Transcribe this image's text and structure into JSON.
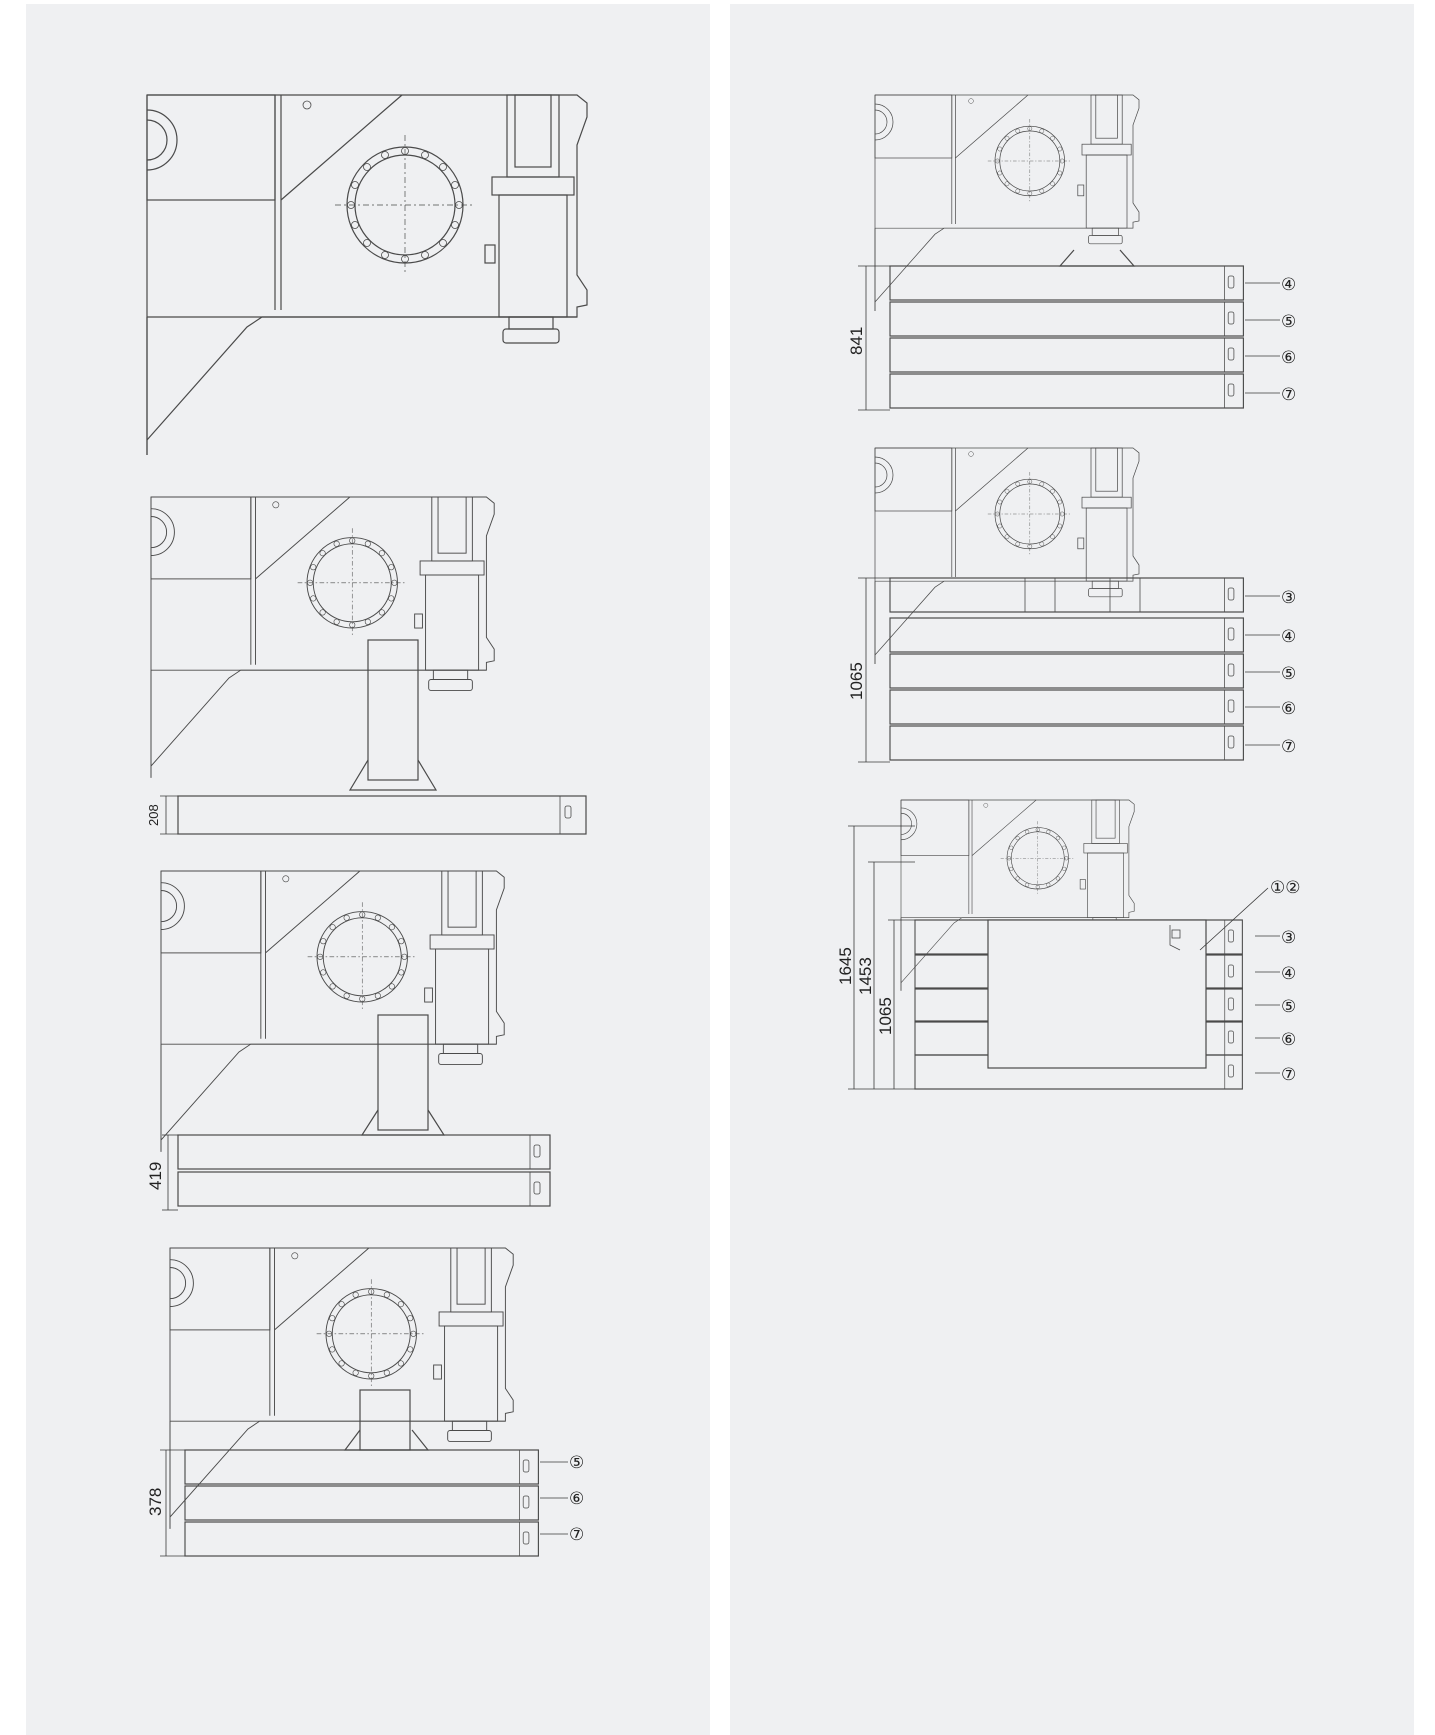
{
  "figures": [
    {
      "id": "fig-1",
      "dimension": "",
      "callouts": []
    },
    {
      "id": "fig-2",
      "dimension": "208",
      "callouts": []
    },
    {
      "id": "fig-3",
      "dimension": "419",
      "callouts": []
    },
    {
      "id": "fig-4",
      "dimension": "378",
      "callouts": [
        "⑤",
        "⑥",
        "⑦"
      ]
    },
    {
      "id": "fig-5",
      "dimension": "841",
      "callouts": [
        "④",
        "⑤",
        "⑥",
        "⑦"
      ]
    },
    {
      "id": "fig-6",
      "dimension": "1065",
      "callouts": [
        "③",
        "④",
        "⑤",
        "⑥",
        "⑦"
      ]
    },
    {
      "id": "fig-7",
      "dimensions": [
        "1645",
        "1453",
        "1065"
      ],
      "top_callout": "①②",
      "callouts": [
        "③",
        "④",
        "⑤",
        "⑥",
        "⑦"
      ]
    }
  ],
  "colors": {
    "panel": "#eff0f2",
    "line": "#4a4a4a",
    "page": "#ffffff"
  }
}
